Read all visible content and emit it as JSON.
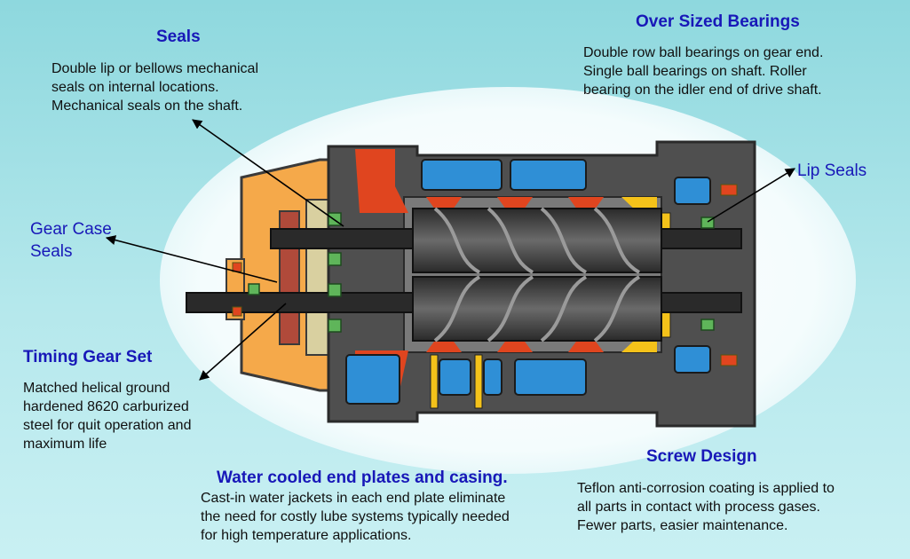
{
  "seals": {
    "title": "Seals",
    "lines": [
      "Double lip or bellows mechanical",
      "seals on internal locations.",
      "Mechanical seals on the shaft."
    ]
  },
  "bearings": {
    "title": "Over Sized Bearings",
    "lines": [
      "Double row ball bearings on gear end.",
      "Single ball bearings on shaft. Roller",
      "bearing on the idler end of drive shaft."
    ]
  },
  "lip_seals": {
    "title": "Lip Seals"
  },
  "gear_case_seals": {
    "lines": [
      "Gear Case",
      "Seals"
    ]
  },
  "timing_gear": {
    "title": "Timing Gear Set",
    "lines": [
      "Matched helical ground",
      "hardened 8620 carburized",
      "steel for quit operation and",
      "maximum life"
    ]
  },
  "water_cooled": {
    "title": "Water cooled end plates and casing.",
    "lines": [
      "Cast-in water jackets in each end plate eliminate",
      "the need for costly lube systems typically needed",
      "for high temperature applications."
    ]
  },
  "screw_design": {
    "title": "Screw Design",
    "lines": [
      "Teflon anti-corrosion coating is applied to",
      "all parts in contact with process gases.",
      "Fewer parts, easier maintenance."
    ]
  },
  "colors": {
    "heading": "#1818b8",
    "casing": "#4a4a4a",
    "water_jacket": "#2f8fd6",
    "gear_case": "#f5a94a",
    "red_parts": "#e0451f",
    "yellow_parts": "#f4c21a",
    "screw": "#3b3b3b"
  }
}
